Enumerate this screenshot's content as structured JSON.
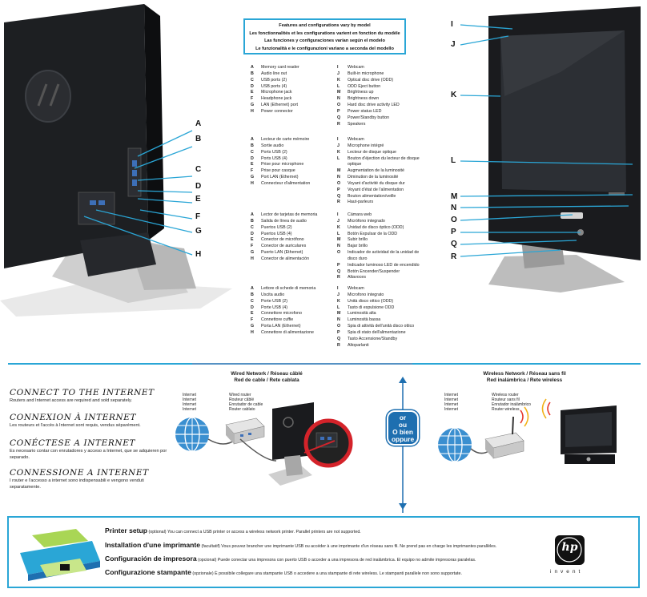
{
  "banner": {
    "line1": "Features and configurations vary by model",
    "line2": "Les fonctionnalités et les configurations varient en fonction du modèle",
    "line3": "Las funciones y configuraciones varían según el modelo",
    "line4": "Le funzionalità e le configurazioni variano a seconda del modello"
  },
  "callouts": {
    "back": [
      "A",
      "B",
      "C",
      "D",
      "E",
      "F",
      "G",
      "H"
    ],
    "front": [
      "I",
      "J",
      "K",
      "L",
      "M",
      "N",
      "O",
      "P",
      "Q",
      "R"
    ]
  },
  "legend": [
    {
      "left": [
        [
          "A",
          "Memory card reader"
        ],
        [
          "B",
          "Audio line out"
        ],
        [
          "C",
          "USB ports (2)"
        ],
        [
          "D",
          "USB ports (4)"
        ],
        [
          "E",
          "Microphone jack"
        ],
        [
          "F",
          "Headphone jack"
        ],
        [
          "G",
          "LAN (Ethernet) port"
        ],
        [
          "H",
          "Power connector"
        ]
      ],
      "right": [
        [
          "I",
          "Webcam"
        ],
        [
          "J",
          "Built-in microphone"
        ],
        [
          "K",
          "Optical disc drive (ODD)"
        ],
        [
          "L",
          "ODD Eject button"
        ],
        [
          "M",
          "Brightness up"
        ],
        [
          "N",
          "Brightness down"
        ],
        [
          "O",
          "Hard disc drive activity LED"
        ],
        [
          "P",
          "Power status LED"
        ],
        [
          "Q",
          "Power/Standby button"
        ],
        [
          "R",
          "Speakers"
        ]
      ]
    },
    {
      "left": [
        [
          "A",
          "Lecteur de carte mémoire"
        ],
        [
          "B",
          "Sortie audio"
        ],
        [
          "C",
          "Ports USB (2)"
        ],
        [
          "D",
          "Ports USB (4)"
        ],
        [
          "E",
          "Prise pour microphone"
        ],
        [
          "F",
          "Prise pour casque"
        ],
        [
          "G",
          "Port LAN (Ethernet)"
        ],
        [
          "H",
          "Connecteur d'alimentation"
        ]
      ],
      "right": [
        [
          "I",
          "Webcam"
        ],
        [
          "J",
          "Microphone intégré"
        ],
        [
          "K",
          "Lecteur de disque optique"
        ],
        [
          "L",
          "Bouton d'éjection du lecteur de disque"
        ],
        [
          "",
          "optique"
        ],
        [
          "M",
          "Augmentation de la luminosité"
        ],
        [
          "N",
          "Diminution de la luminosité"
        ],
        [
          "O",
          "Voyant d'activité du disque dur"
        ],
        [
          "P",
          "Voyant d'état de l'alimentation"
        ],
        [
          "Q",
          "Bouton alimentation/veille"
        ],
        [
          "R",
          "Haut-parleurs"
        ]
      ]
    },
    {
      "left": [
        [
          "A",
          "Lector de tarjetas de memoria"
        ],
        [
          "B",
          "Salida de línea de audio"
        ],
        [
          "C",
          "Puertos USB (2)"
        ],
        [
          "D",
          "Puertos USB (4)"
        ],
        [
          "E",
          "Conector de micrófono"
        ],
        [
          "F",
          "Conector de auriculares"
        ],
        [
          "G",
          "Puerto LAN (Ethernet)"
        ],
        [
          "H",
          "Conector de alimentación"
        ]
      ],
      "right": [
        [
          "I",
          "Cámara web"
        ],
        [
          "J",
          "Micrófono integrado"
        ],
        [
          "K",
          "Unidad de disco óptico (ODD)"
        ],
        [
          "L",
          "Botón Expulsar de la ODD"
        ],
        [
          "M",
          "Subir brillo"
        ],
        [
          "N",
          "Bajar brillo"
        ],
        [
          "O",
          "Indicador de actividad de la unidad de"
        ],
        [
          "",
          "disco duro"
        ],
        [
          "P",
          "Indicador luminoso LED de encendido"
        ],
        [
          "Q",
          "Botón Encender/Suspender"
        ],
        [
          "R",
          "Altavoces"
        ]
      ]
    },
    {
      "left": [
        [
          "A",
          "Lettore di schede di memoria"
        ],
        [
          "B",
          "Uscita audio"
        ],
        [
          "C",
          "Porte USB (2)"
        ],
        [
          "D",
          "Porte USB (4)"
        ],
        [
          "E",
          "Connettore microfono"
        ],
        [
          "F",
          "Connettore cuffie"
        ],
        [
          "G",
          "Porta LAN (Ethernet)"
        ],
        [
          "H",
          "Connettore di alimentazione"
        ]
      ],
      "right": [
        [
          "I",
          "Webcam"
        ],
        [
          "J",
          "Microfono integrato"
        ],
        [
          "K",
          "Unità disco ottico (ODD)"
        ],
        [
          "L",
          "Tasto di espulsione ODD"
        ],
        [
          "M",
          "Luminosità alta"
        ],
        [
          "N",
          "Luminosità bassa"
        ],
        [
          "O",
          "Spia di attività dell'unità disco ottico"
        ],
        [
          "P",
          "Spia di stato dell'alimentazione"
        ],
        [
          "Q",
          "Tasto Accensione/Standby"
        ],
        [
          "R",
          "Altoparlanti"
        ]
      ]
    }
  ],
  "internet": [
    {
      "title": "CONNECT TO THE INTERNET",
      "body": "Routers and Internet access are required and sold separately."
    },
    {
      "title": "CONNEXION À INTERNET",
      "body": "Les routeurs et l'accès à Internet sont requis, vendus séparément."
    },
    {
      "title": "CONÉCTESE A INTERNET",
      "body": "Es necesario contar con enrutadores y acceso a Internet, que se adquieren por separado."
    },
    {
      "title": "CONNESSIONE A INTERNET",
      "body": "I router e l'accesso a internet sono indispensabili e vengono venduti separatamente."
    }
  ],
  "wired": {
    "head1": "Wired Network / Réseau câblé",
    "head2": "Red de cable / Rete cablata",
    "internet_labels": [
      "Internet",
      "Internet",
      "Internet",
      "Internet"
    ],
    "router_labels": [
      "Wired router",
      "Routeur câblé",
      "Enrutador de cable",
      "Router cablato"
    ]
  },
  "wireless": {
    "head1": "Wireless Network / Réseau sans fil",
    "head2": "Red inalámbrica / Rete wireless",
    "internet_labels": [
      "Internet",
      "Internet",
      "Internet",
      "Internet"
    ],
    "router_labels": [
      "Wireless router",
      "Routeur sans fil",
      "Enrutador inalámbrico",
      "Router wireless"
    ]
  },
  "or_badge": [
    "or",
    "ou",
    "O bien",
    "oppure"
  ],
  "printer": [
    {
      "bold": "Printer setup",
      "rest": " (optional) You can connect a USB printer or access a wireless network printer. Parallel printers are not supported."
    },
    {
      "bold": "Installation d'une imprimante",
      "rest": " (facultatif) Vous pouvez brancher une imprimante USB ou accéder à une imprimante d'un réseau sans fil. Ne prend pas en charge les imprimantes parallèles."
    },
    {
      "bold": "Configuración de impresora",
      "rest": " (opcional) Puede conectar una impresora con puerto USB o acceder a una impresora de red inalámbrica. El equipo no admite impresoras paralelas."
    },
    {
      "bold": "Configurazione stampante",
      "rest": " (opzionale) È possibile collegare una stampante USB o accedere a una stampante di rete wireless. Le stampanti parallele non sono supportate."
    }
  ],
  "brand": {
    "logo": "hp",
    "tagline": "invent"
  },
  "colors": {
    "accent": "#2aa6d6",
    "badge": "#1e6fb0",
    "monitor": "#111111"
  }
}
